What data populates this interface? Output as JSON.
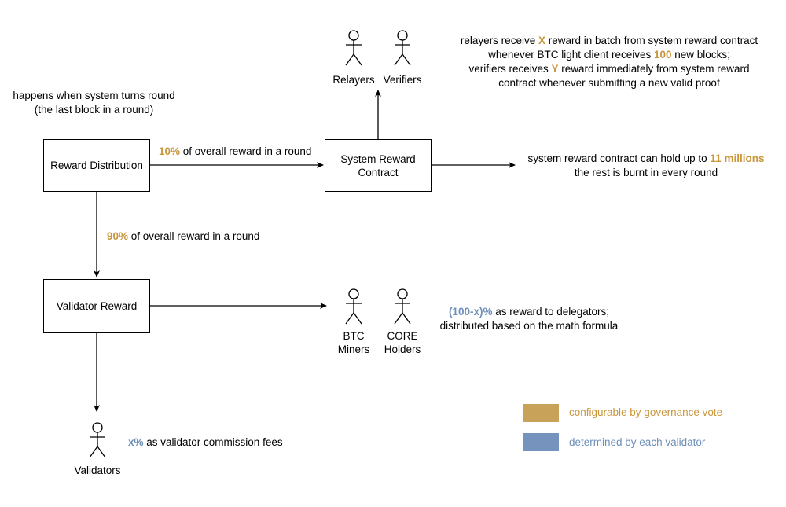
{
  "colors": {
    "configurable": "#c9963a",
    "validator": "#6f8fb8",
    "line": "#000000"
  },
  "round_note": {
    "line1": "happens when system turns round",
    "line2": "(the last block in a round)"
  },
  "boxes": {
    "reward_distribution": "Reward Distribution",
    "system_reward_contract_l1": "System Reward",
    "system_reward_contract_l2": "Contract",
    "validator_reward": "Validator Reward"
  },
  "edge_labels": {
    "ten_pct": {
      "value": "10%",
      "rest": " of overall reward in a round"
    },
    "ninety_pct": {
      "value": "90%",
      "rest": " of overall reward in a round"
    }
  },
  "relayer_note": {
    "l1_a": "relayers receive ",
    "l1_x": "X",
    "l1_b": " reward in batch from system reward contract",
    "l2_a": "whenever BTC light client receives ",
    "l2_n": "100",
    "l2_b": " new blocks;",
    "l3_a": "verifiers receives ",
    "l3_y": "Y",
    "l3_b": " reward immediately from system reward",
    "l4": "contract whenever submitting a new valid proof"
  },
  "contract_note": {
    "l1_a": "system reward contract can hold up to ",
    "l1_v": "11 millions",
    "l2": "the rest is burnt in every round"
  },
  "delegator_note": {
    "l1_v": "(100-x)%",
    "l1_b": " as reward to delegators;",
    "l2": "distributed based on the math formula"
  },
  "commission_note": {
    "v": "x%",
    "b": " as validator commission fees"
  },
  "actors": {
    "relayers": "Relayers",
    "verifiers": "Verifiers",
    "btc_miners_l1": "BTC",
    "btc_miners_l2": "Miners",
    "core_holders_l1": "CORE",
    "core_holders_l2": "Holders",
    "validators": "Validators"
  },
  "legend": {
    "configurable": "configurable by governance vote",
    "validator": "determined by each validator"
  }
}
